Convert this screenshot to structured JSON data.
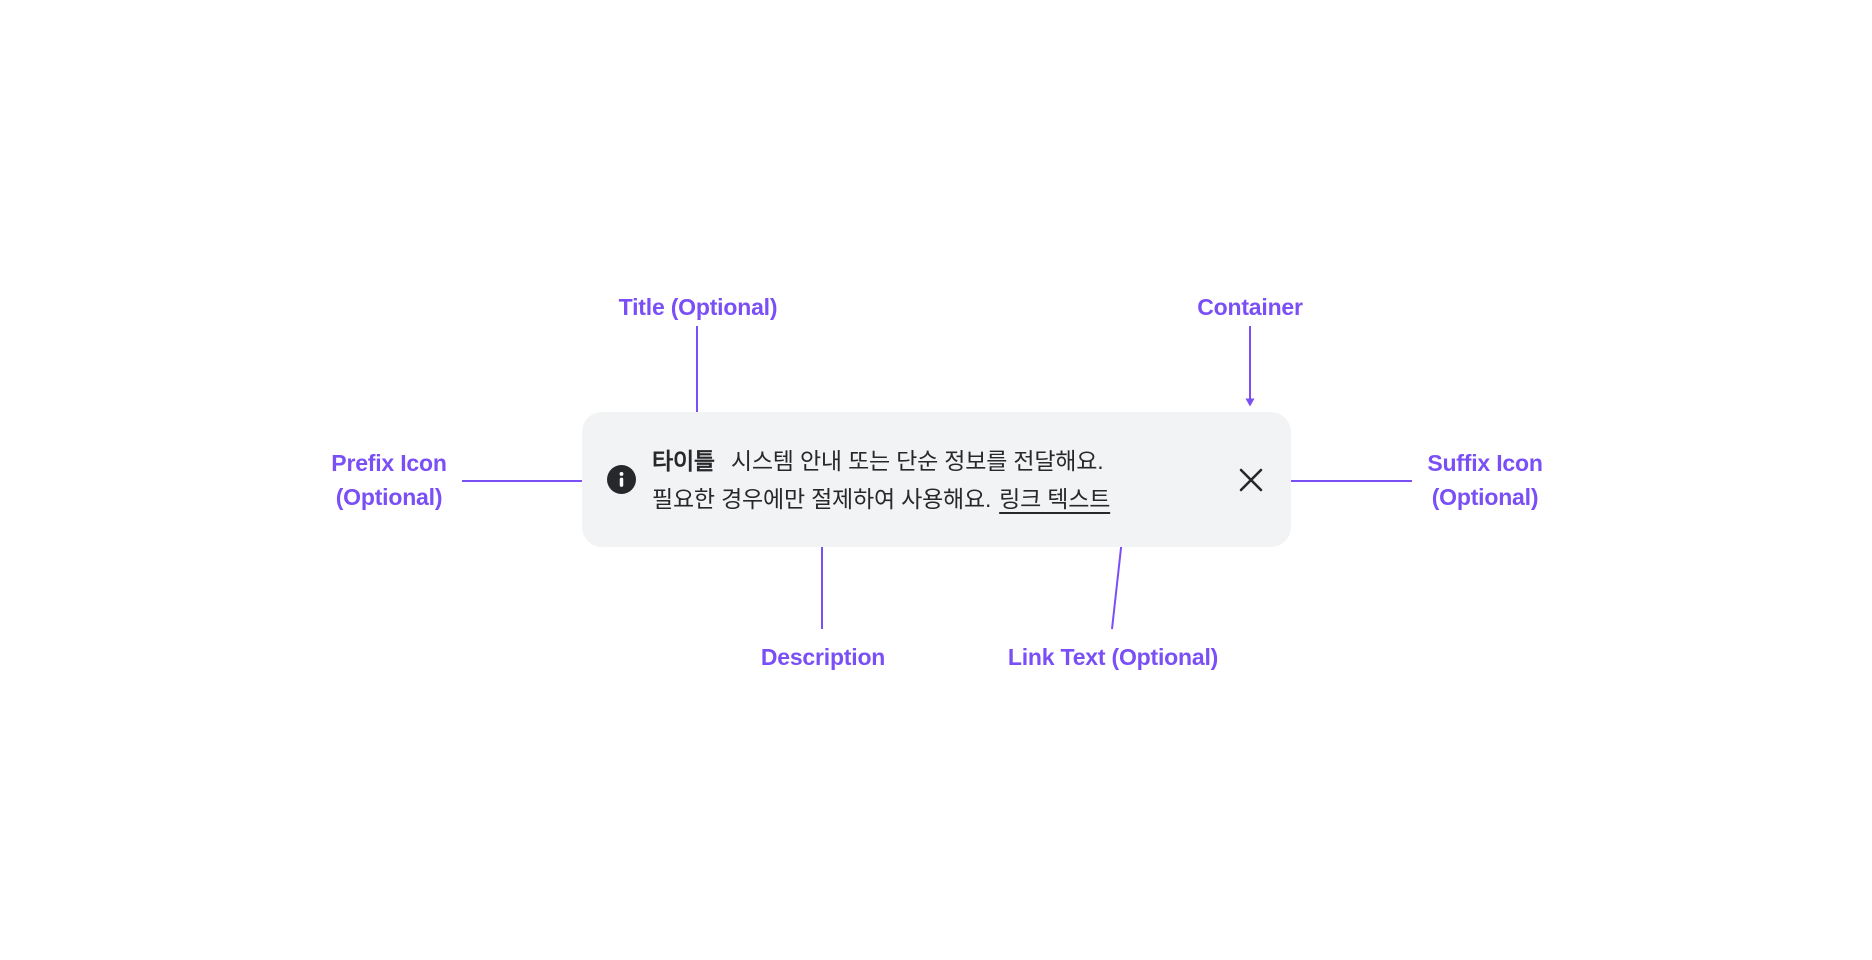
{
  "colors": {
    "page_bg": "#FFFFFF",
    "annotation": "#7A4FF5",
    "banner_bg": "#F2F3F4",
    "banner_text": "#26282B"
  },
  "banner": {
    "title": "타이틀",
    "description_line1": "시스템 안내 또는 단순 정보를 전달해요.",
    "description_line2": "필요한 경우에만 절제하여 사용해요.",
    "link_text": "링크 텍스트",
    "prefix_icon": "info-icon",
    "suffix_icon": "close-icon"
  },
  "annotations": {
    "title_label": "Title (Optional)",
    "container_label": "Container",
    "prefix_icon_label_line1": "Prefix Icon",
    "prefix_icon_label_line2": "(Optional)",
    "suffix_icon_label_line1": "Suffix Icon",
    "suffix_icon_label_line2": "(Optional)",
    "description_label": "Description",
    "link_text_label": "Link Text (Optional)"
  }
}
